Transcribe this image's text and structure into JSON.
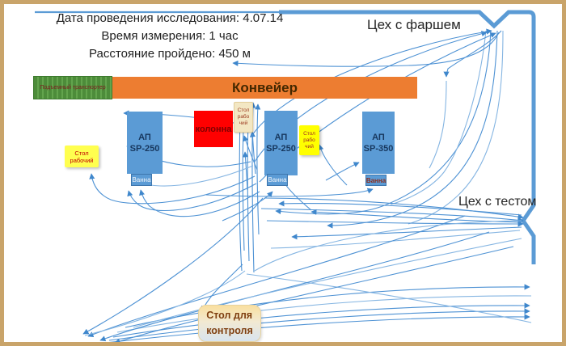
{
  "meta": {
    "study_date_line": "Дата проведения исследования: 4.07.14",
    "measure_time_line": "Время измерения: 1 час",
    "distance_line": "Расстояние пройдено: 450 м"
  },
  "zones": {
    "mince_shop": "Цех с фаршем",
    "dough_shop": "Цех с тестом"
  },
  "equipment": {
    "lift_conveyor": "Подъемный транспортер",
    "conveyor": "Конвейер",
    "machine1": "АП\nSP-250",
    "machine2": "АП\nSP-250",
    "machine3": "АП\nSP-350",
    "bath1": "Ванна",
    "bath2": "Ванна",
    "bath3": "Ванна",
    "column": "колонна",
    "work_table_left": "Стол\nрабочий",
    "work_table_center": "Стол\nрабо\nчий",
    "work_table_middle": "Стол\nрабо\nчий",
    "control_table": "Стол для\nконтроля"
  },
  "colors": {
    "accent_blue": "#5b9bd5",
    "flow_line_blue": "#4e92d4",
    "conveyor_orange": "#ed7d31",
    "column_red": "#ff0000",
    "table_yellow": "#ffff00",
    "lift_green": "#4d8c3a",
    "frame_tan": "#c9a46a"
  }
}
